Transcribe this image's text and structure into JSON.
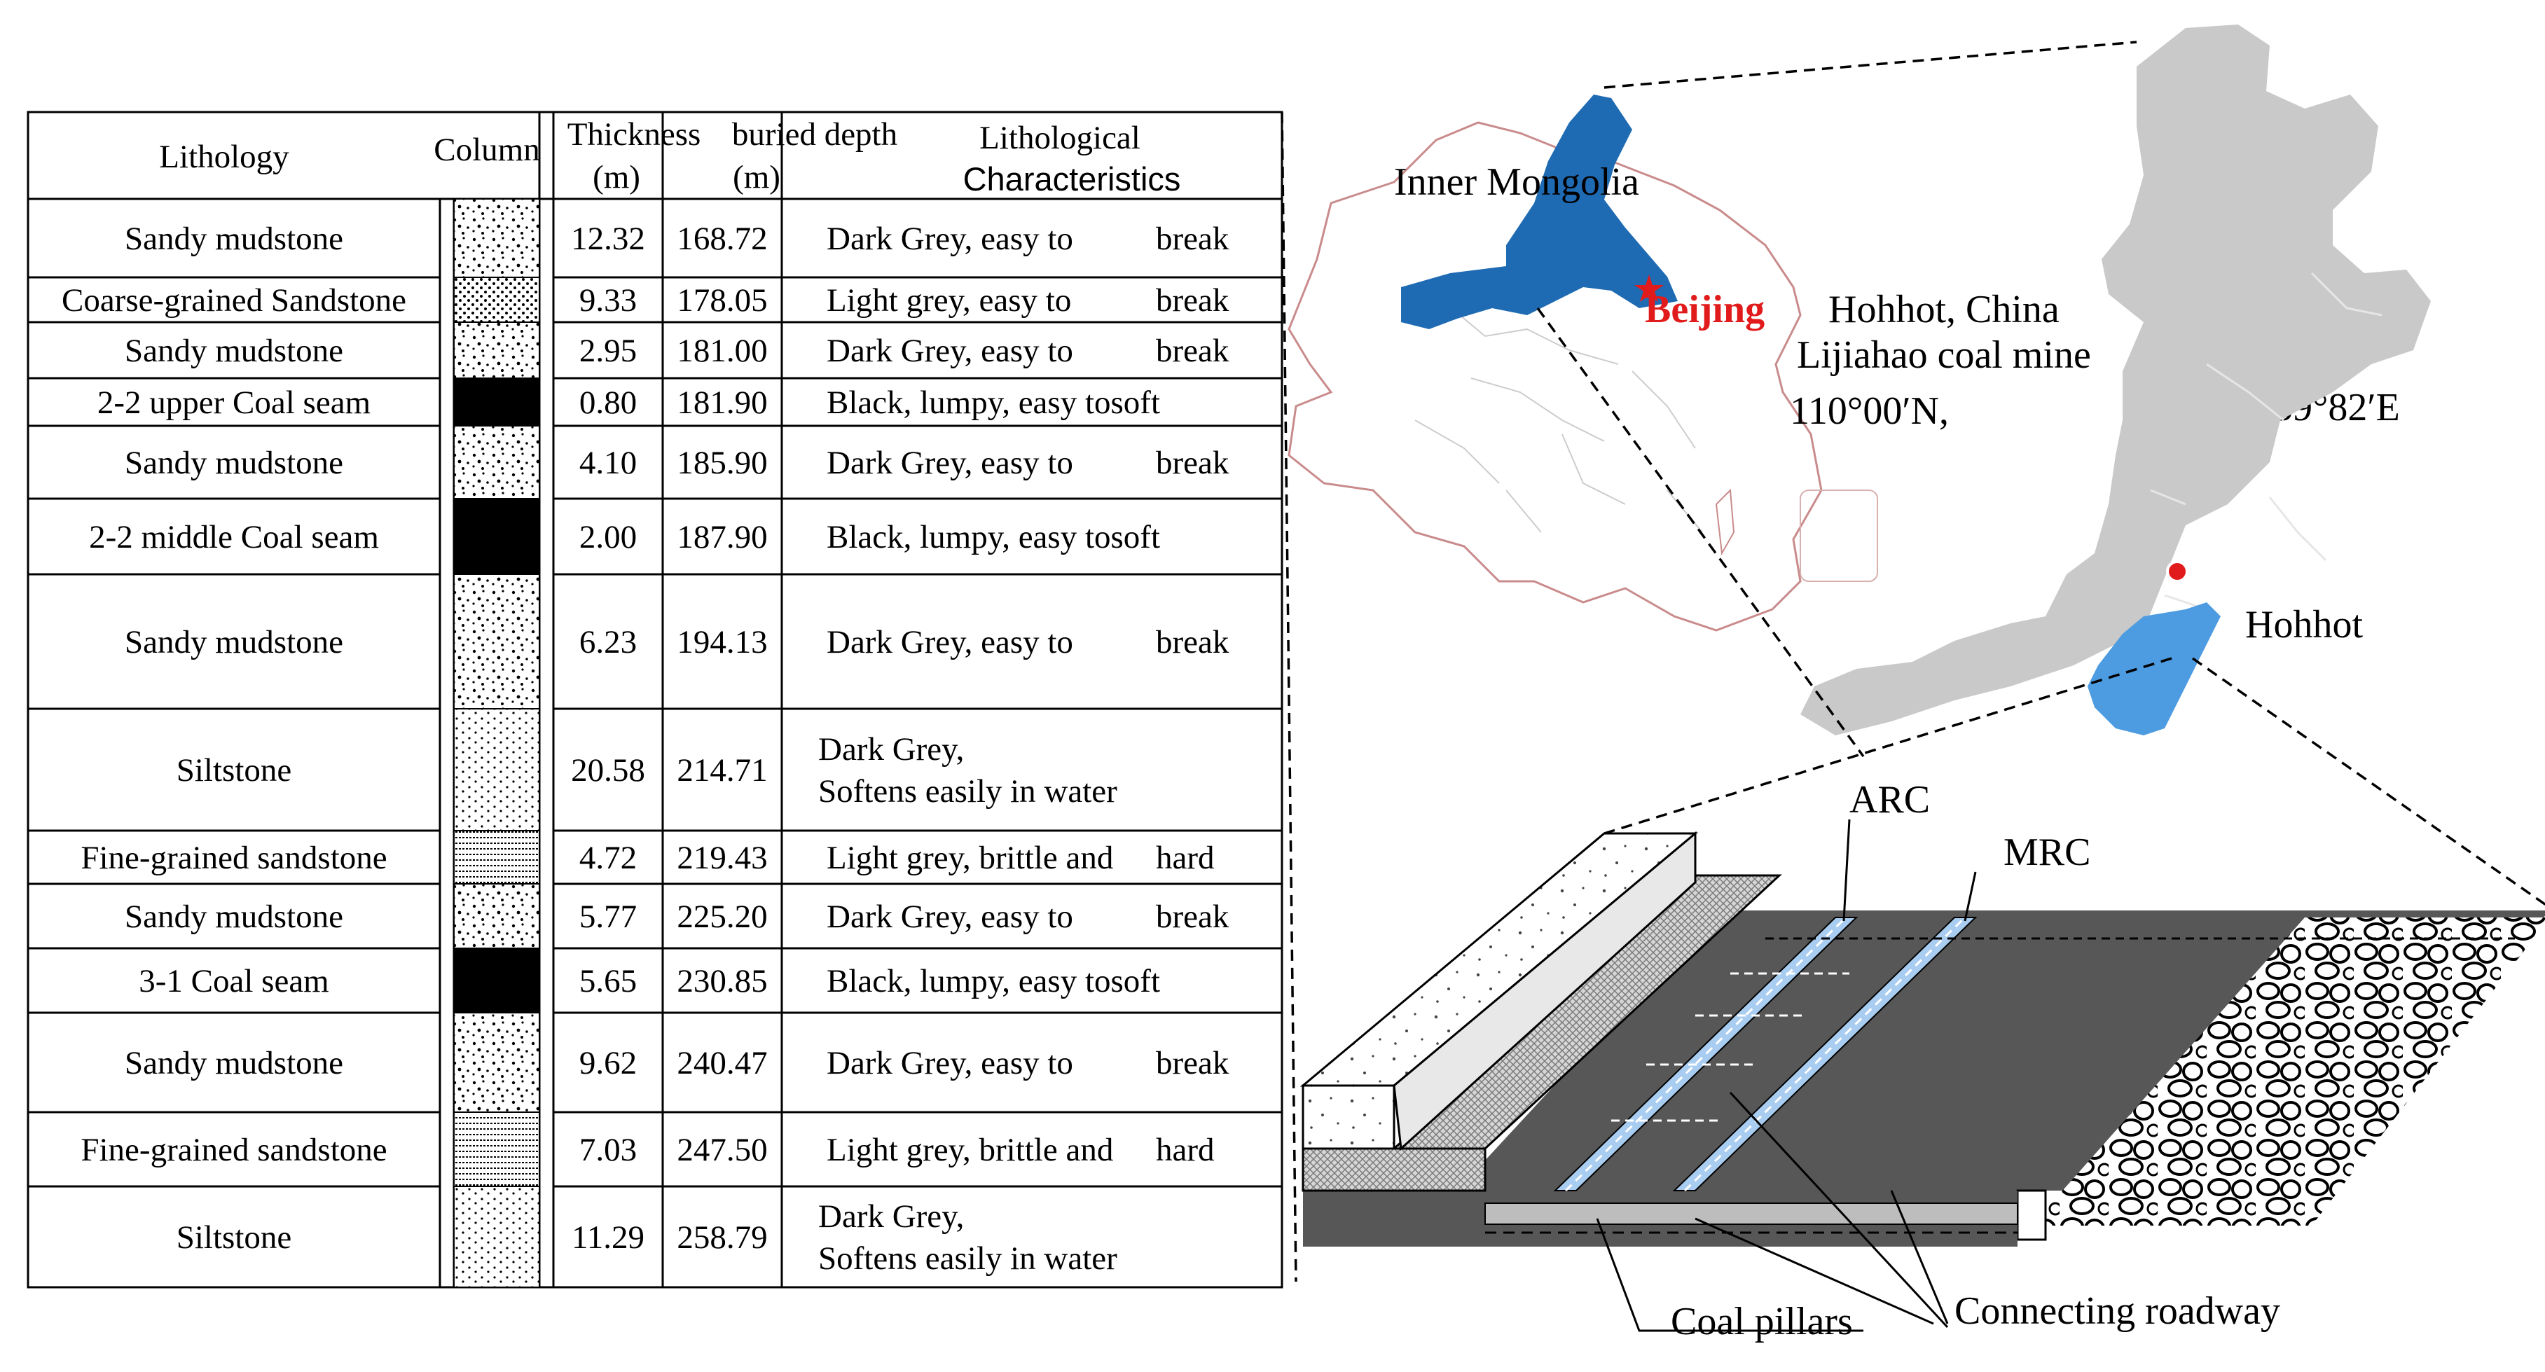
{
  "table": {
    "headers": {
      "lithology": "Lithology",
      "column": "Column",
      "thickness_1": "Thickness",
      "thickness_2": "(m)",
      "depth_1": "buried depth",
      "depth_2": "(m)",
      "char_1": "Lithological",
      "char_2": "Characteristics"
    },
    "rows": [
      {
        "lithology": "Sandy mudstone",
        "thickness": "12.32",
        "depth": "168.72",
        "char": [
          "Dark Grey, easy to",
          "break"
        ],
        "pattern": "mudstone"
      },
      {
        "lithology": "Coarse-grained Sandstone",
        "thickness": "9.33",
        "depth": "178.05",
        "char": [
          "Light grey, easy to",
          "break"
        ],
        "pattern": "coarse"
      },
      {
        "lithology": "Sandy mudstone",
        "thickness": "2.95",
        "depth": "181.00",
        "char": [
          "Dark Grey, easy to",
          "break"
        ],
        "pattern": "mudstone"
      },
      {
        "lithology": "2-2 upper Coal seam",
        "thickness": "0.80",
        "depth": "181.90",
        "char": [
          "Black, lumpy, easy tosoft"
        ],
        "pattern": "coal"
      },
      {
        "lithology": "Sandy mudstone",
        "thickness": "4.10",
        "depth": "185.90",
        "char": [
          "Dark Grey, easy to",
          "break"
        ],
        "pattern": "mudstone"
      },
      {
        "lithology": "2-2 middle Coal seam",
        "thickness": "2.00",
        "depth": "187.90",
        "char": [
          "Black, lumpy, easy tosoft"
        ],
        "pattern": "coal"
      },
      {
        "lithology": "Sandy mudstone",
        "thickness": "6.23",
        "depth": "194.13",
        "char": [
          "Dark Grey, easy to",
          "break"
        ],
        "pattern": "mudstone"
      },
      {
        "lithology": "Siltstone",
        "thickness": "20.58",
        "depth": "214.71",
        "char": [
          "Dark Grey,",
          "Softens easily in water"
        ],
        "pattern": "silt"
      },
      {
        "lithology": "Fine-grained sandstone",
        "thickness": "4.72",
        "depth": "219.43",
        "char": [
          "Light grey, brittle and",
          "hard"
        ],
        "pattern": "fine"
      },
      {
        "lithology": "Sandy mudstone",
        "thickness": "5.77",
        "depth": "225.20",
        "char": [
          "Dark Grey, easy to",
          "break"
        ],
        "pattern": "mudstone"
      },
      {
        "lithology": "3-1 Coal seam",
        "thickness": "5.65",
        "depth": "230.85",
        "char": [
          "Black, lumpy, easy tosoft"
        ],
        "pattern": "coal"
      },
      {
        "lithology": "Sandy mudstone",
        "thickness": "9.62",
        "depth": "240.47",
        "char": [
          "Dark Grey, easy to",
          "break"
        ],
        "pattern": "mudstone"
      },
      {
        "lithology": "Fine-grained sandstone",
        "thickness": "7.03",
        "depth": "247.50",
        "char": [
          "Light grey, brittle and",
          "hard"
        ],
        "pattern": "fine"
      },
      {
        "lithology": "Siltstone",
        "thickness": "11.29",
        "depth": "258.79",
        "char": [
          "Dark Grey,",
          "Softens easily in water"
        ],
        "pattern": "silt"
      }
    ]
  },
  "map": {
    "inner_mongolia": "Inner Mongolia",
    "beijing": "Beijing",
    "location_line1": "Hohhot, China",
    "location_line2": "Lijiahao coal mine",
    "latitude": "110°00′N,",
    "longitude": "39°82′E",
    "hohhot": "Hohhot"
  },
  "block": {
    "arc": "ARC",
    "mrc": "MRC",
    "coal_pillars": "Coal pillars",
    "connecting_roadway": "Connecting roadway"
  },
  "colors": {
    "highlight_region": "#1f6bb3",
    "hohhot_region": "#4d9be0",
    "map_grey": "#c9c9c9",
    "beijing_red": "#e11b1b",
    "coal_black": "#000000",
    "seam_dark": "#575757",
    "roadway_blue": "#a9cdf0"
  }
}
